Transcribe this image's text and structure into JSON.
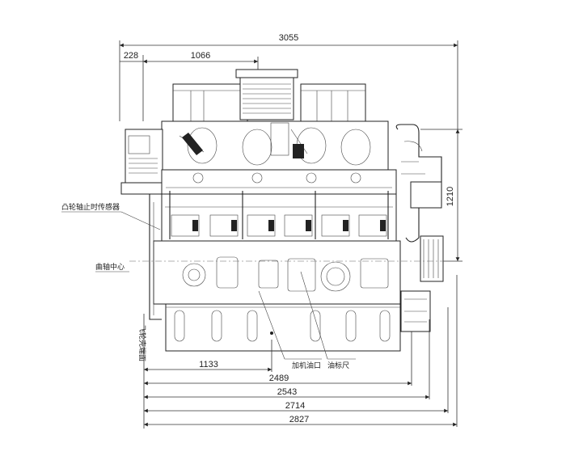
{
  "dimensions": {
    "overall_width": "3055",
    "left_offset": "228",
    "top_segment": "1066",
    "right_height": "1210",
    "base_1": "1133",
    "base_2": "2489",
    "base_3": "2543",
    "base_4": "2714",
    "base_5": "2827"
  },
  "labels": {
    "camshaft_sensor": "凸轮轴止时传感器",
    "crank_center": "曲轴中心",
    "flywheel_face": "飞轮壳端面",
    "oil_fill": "加机油口",
    "dipstick": "油标尺"
  }
}
